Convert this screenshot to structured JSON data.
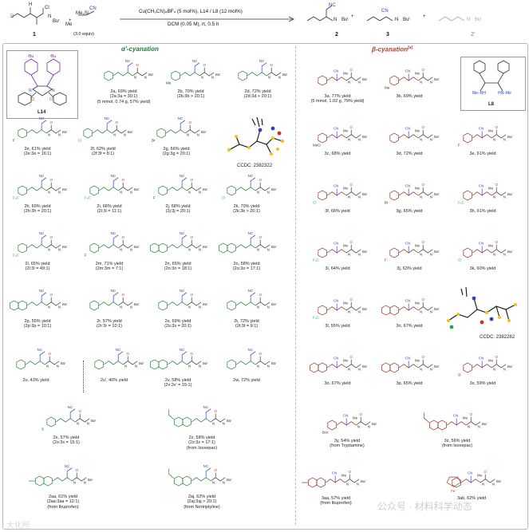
{
  "colors": {
    "alpha": "#1f7a38",
    "beta": "#8a2a1e",
    "cn": "#2f3fbf",
    "alpha_title": "#1f7a38",
    "beta_title": "#a5452e",
    "ligand": "#7a2aa8"
  },
  "scheme": {
    "sub1": "1",
    "reagent_eq": "(3.0 equiv)",
    "cond1": "Cu(CH₃CN)₄BF₄ (5 mol%), L14 / L8 (12 mol%)",
    "cond2": "DCM (0.05 M), rt, 0.5 h",
    "p2": "2",
    "p3": "3",
    "p2p": "2'"
  },
  "left_title": "α'-cyanation",
  "right_title": "β-cyanation",
  "right_title_sup": "[a]",
  "ligands": {
    "L14": "L14",
    "L8": "L8"
  },
  "ccdc_left": "CCDC: 2382322",
  "ccdc_right": "CCDC: 2382282",
  "watermark_left": "大化所",
  "watermark_right": "公众号 · 材料科学动态",
  "entries": [
    {
      "id": "2a",
      "l1": "2a, 69% yield",
      "l2": "(2a:3a = 30:1)",
      "l3": "(5 mmol, 0.74 g, 57% yield)",
      "side": "alpha"
    },
    {
      "id": "2b",
      "l1": "2b, 70% yield",
      "l2": "(2b:3b > 20:1)",
      "side": "alpha"
    },
    {
      "id": "2d",
      "l1": "2d, 72% yield",
      "l2": "(2d:3d > 20:1)",
      "side": "alpha"
    },
    {
      "id": "2e",
      "l1": "2e, 61% yield",
      "l2": "(2e:3e = 16:1)",
      "side": "alpha"
    },
    {
      "id": "2f",
      "l1": "2f, 62% yield",
      "l2": "(2f:3f = 8:1)",
      "side": "alpha"
    },
    {
      "id": "2g",
      "l1": "2g, 66% yield",
      "l2": "(2g:3g = 20:1)",
      "side": "alpha"
    },
    {
      "id": "2h",
      "l1": "2h, 69% yield",
      "l2": "(2h:3h = 20:1)",
      "side": "alpha"
    },
    {
      "id": "2i",
      "l1": "2i, 68% yield",
      "l2": "(2i:3i = 11:1)",
      "side": "alpha"
    },
    {
      "id": "2j",
      "l1": "2j, 68% yield",
      "l2": "(2j:3j = 20:1)",
      "side": "alpha"
    },
    {
      "id": "2k",
      "l1": "2k, 70% yield",
      "l2": "(2k:3k > 20:1)",
      "side": "alpha"
    },
    {
      "id": "2l",
      "l1": "2l, 65% yield",
      "l2": "(2l:3l = 49:1)",
      "side": "alpha"
    },
    {
      "id": "2m",
      "l1": "2m, 71% yield",
      "l2": "(2m:3m = 7:1)",
      "side": "alpha"
    },
    {
      "id": "2n",
      "l1": "2n, 65% yield",
      "l2": "(2n:3n = 18:1)",
      "side": "alpha"
    },
    {
      "id": "2o",
      "l1": "2o, 58% yield",
      "l2": "(2o:3o = 17:1)",
      "side": "alpha"
    },
    {
      "id": "2p",
      "l1": "2p, 55% yield",
      "l2": "(2p:3p = 10:1)",
      "side": "alpha"
    },
    {
      "id": "2r",
      "l1": "2r, 57% yield",
      "l2": "(2r:3r = 10:1)",
      "side": "alpha"
    },
    {
      "id": "2s",
      "l1": "2s, 69% yield",
      "l2": "(2s:3s = 20:1)",
      "side": "alpha"
    },
    {
      "id": "2t",
      "l1": "2t, 72% yield",
      "l2": "(2t:3t = 9:1)",
      "side": "alpha"
    },
    {
      "id": "2u",
      "l1": "2u, 43% yield",
      "side": "alpha"
    },
    {
      "id": "2u'",
      "l1": "2u', 40% yield",
      "side": "alpha"
    },
    {
      "id": "2v",
      "l1": "2v, 58% yield",
      "l2": "(2v:2v' = 15:1)",
      "side": "alpha"
    },
    {
      "id": "2w",
      "l1": "2w, 72% yield",
      "side": "alpha"
    },
    {
      "id": "2x",
      "l1": "2x, 57% yield",
      "l2": "(2x:3x = 15:1)",
      "side": "alpha"
    },
    {
      "id": "2z",
      "l1": "2z, 58% yield",
      "l2": "(2z:3z = 17:1)",
      "l3": "(from Isoxepac)",
      "side": "alpha"
    },
    {
      "id": "2aa",
      "l1": "2aa, 61% yield",
      "l2": "(2aa:3aa = 12:1)",
      "l3": "(from Ibuprofen)",
      "side": "alpha"
    },
    {
      "id": "2aj",
      "l1": "2aj, 62% yield",
      "l2": "(2aj:3aj > 20:1)",
      "l3": "(from Nortriptyline)",
      "side": "alpha"
    },
    {
      "id": "3a",
      "l1": "3a, 77% yield",
      "l2": "(5 mmol, 1.02 g, 79% yield)",
      "side": "beta"
    },
    {
      "id": "3b",
      "l1": "3b, 69% yield",
      "side": "beta"
    },
    {
      "id": "3c",
      "l1": "3c, 68% yield",
      "side": "beta"
    },
    {
      "id": "3d",
      "l1": "3d, 72% yield",
      "side": "beta"
    },
    {
      "id": "3e",
      "l1": "3e, 61% yield",
      "side": "beta"
    },
    {
      "id": "3f",
      "l1": "3f, 66% yield",
      "side": "beta"
    },
    {
      "id": "3g",
      "l1": "3g, 65% yield",
      "side": "beta"
    },
    {
      "id": "3h",
      "l1": "3h, 61% yield",
      "side": "beta"
    },
    {
      "id": "3i",
      "l1": "3i, 64% yield",
      "side": "beta"
    },
    {
      "id": "3j",
      "l1": "3j, 63% yield",
      "side": "beta"
    },
    {
      "id": "3k",
      "l1": "3k, 60% yield",
      "side": "beta"
    },
    {
      "id": "3l",
      "l1": "3l, 55% yield",
      "side": "beta"
    },
    {
      "id": "3n",
      "l1": "3n, 67% yield",
      "side": "beta"
    },
    {
      "id": "3o",
      "l1": "3o, 67% yield",
      "side": "beta"
    },
    {
      "id": "3p",
      "l1": "3p, 65% yield",
      "side": "beta"
    },
    {
      "id": "3x",
      "l1": "3x, 59% yield",
      "side": "beta"
    },
    {
      "id": "3y",
      "l1": "3y, 54% yield",
      "l2": "(from Tryptamine)",
      "side": "beta"
    },
    {
      "id": "3z",
      "l1": "3z, 56% yield",
      "l2": "(from Isoxepac)",
      "side": "beta"
    },
    {
      "id": "3aa",
      "l1": "3aa, 57% yield",
      "l2": "(from Ibuprofen)",
      "side": "beta"
    },
    {
      "id": "3ab",
      "l1": "3ab, 62% yield",
      "side": "beta"
    }
  ]
}
